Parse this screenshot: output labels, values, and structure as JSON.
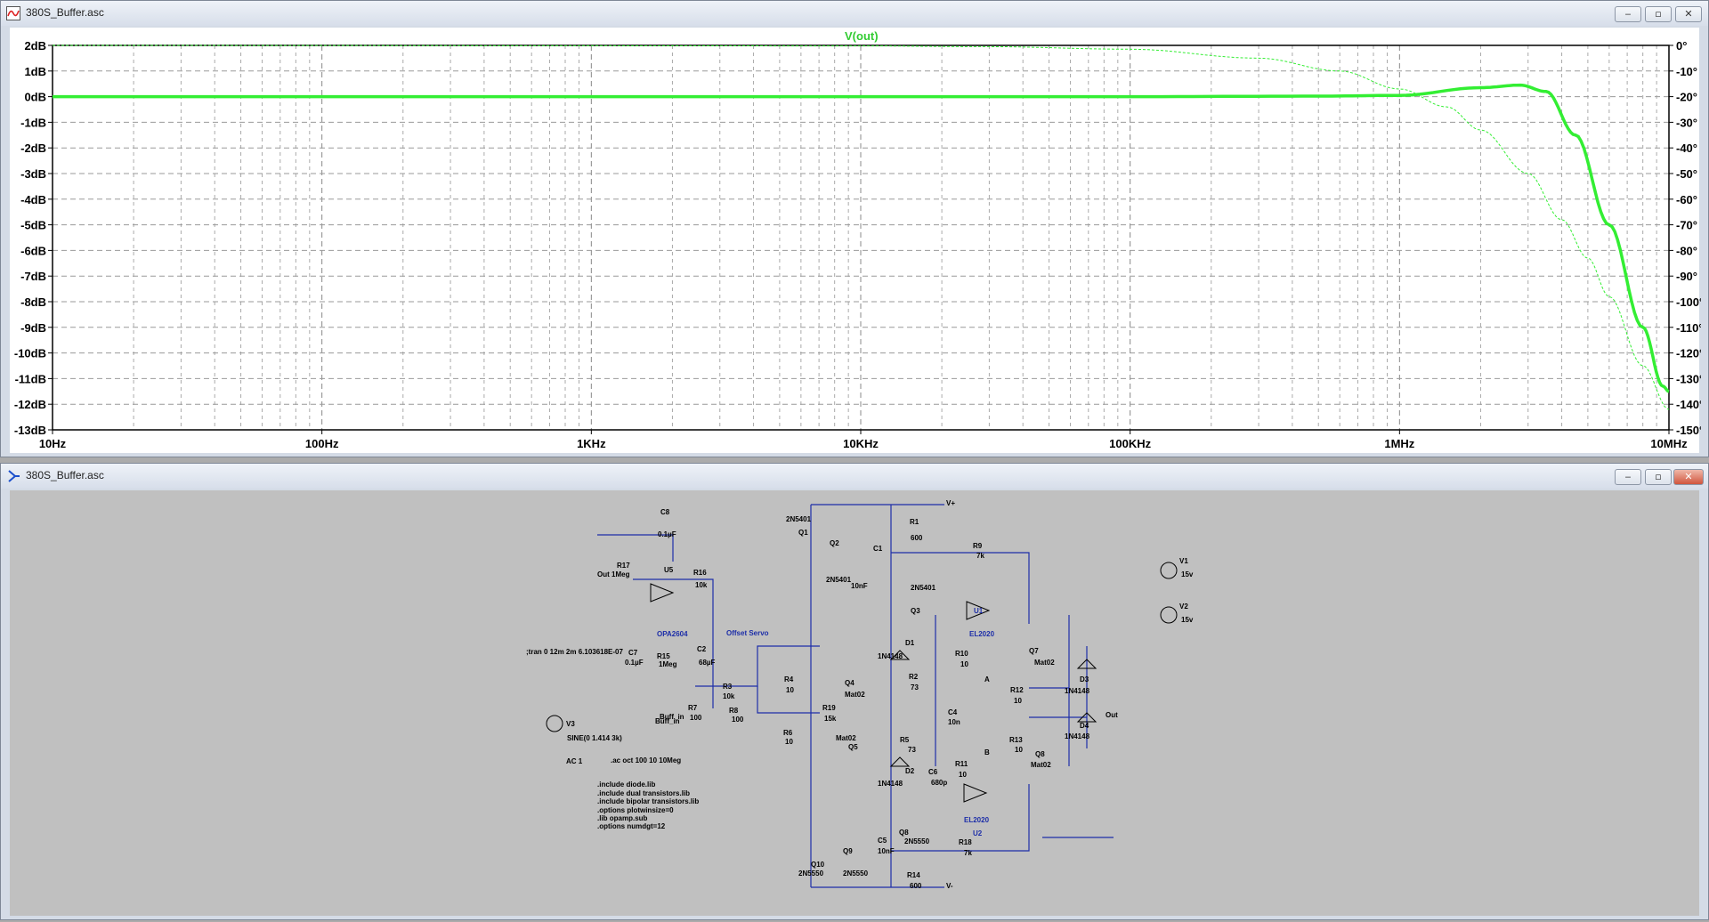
{
  "waveform_window": {
    "title": "380S_Buffer.asc",
    "trace_label": "V(out)",
    "controls": {
      "minimize": "‒",
      "maximize": "▫",
      "close": "✕"
    }
  },
  "schematic_window": {
    "title": "380S_Buffer.asc",
    "controls": {
      "minimize": "‒",
      "maximize": "▫",
      "close": "✕"
    }
  },
  "chart_data": {
    "type": "line",
    "title": "",
    "xscale": "log",
    "xlim": [
      10,
      10000000
    ],
    "x_tick_labels": [
      "10Hz",
      "100Hz",
      "1KHz",
      "10KHz",
      "100KHz",
      "1MHz",
      "10MHz"
    ],
    "left_axis": {
      "ylim": [
        -13,
        2
      ],
      "tick_labels": [
        "2dB",
        "1dB",
        "0dB",
        "-1dB",
        "-2dB",
        "-3dB",
        "-4dB",
        "-5dB",
        "-6dB",
        "-7dB",
        "-8dB",
        "-9dB",
        "-10dB",
        "-11dB",
        "-12dB",
        "-13dB"
      ]
    },
    "right_axis": {
      "ylim": [
        -150,
        0
      ],
      "tick_labels": [
        "0°",
        "-10°",
        "-20°",
        "-30°",
        "-40°",
        "-50°",
        "-60°",
        "-70°",
        "-80°",
        "-90°",
        "-100°",
        "-110°",
        "-120°",
        "-130°",
        "-140°",
        "-150°"
      ]
    },
    "grid": true,
    "background": "#ffffff",
    "trace_color": "#33ee33",
    "series": [
      {
        "name": "V(out)",
        "quantity": "magnitude (dB)",
        "points": [
          [
            10,
            0
          ],
          [
            1000,
            0
          ],
          [
            100000,
            0
          ],
          [
            500000,
            0.02
          ],
          [
            1000000,
            0.05
          ],
          [
            2000000,
            0.35
          ],
          [
            2800000,
            0.45
          ],
          [
            3500000,
            0.2
          ],
          [
            4500000,
            -1.5
          ],
          [
            6000000,
            -5
          ],
          [
            8000000,
            -9
          ],
          [
            9500000,
            -11.3
          ],
          [
            10000000,
            -11.5
          ]
        ]
      },
      {
        "name": "V(out)",
        "quantity": "phase (deg)",
        "style": "dashed",
        "points": [
          [
            10,
            0
          ],
          [
            10000,
            -0.2
          ],
          [
            30000,
            -0.5
          ],
          [
            100000,
            -1.5
          ],
          [
            300000,
            -5
          ],
          [
            600000,
            -10
          ],
          [
            1000000,
            -17
          ],
          [
            1500000,
            -24
          ],
          [
            2000000,
            -33
          ],
          [
            3000000,
            -50
          ],
          [
            4000000,
            -68
          ],
          [
            5000000,
            -83
          ],
          [
            6000000,
            -98
          ],
          [
            8000000,
            -125
          ],
          [
            10000000,
            -142
          ]
        ]
      }
    ]
  },
  "schematic": {
    "text_labels": [
      "2N5401",
      "Q1",
      "Q2",
      "2N5401",
      "R1",
      "600",
      "C1",
      "10nF",
      "2N5401",
      "Q3",
      "R9",
      "7k",
      "U1",
      "EL2020",
      "C8",
      "0.1µF",
      "R17",
      "1Meg",
      "Out",
      "U5",
      "R16",
      "10k",
      "OPA2604",
      "Offset Servo",
      "C7",
      "0.1µF",
      "R15",
      "1Meg",
      "C2",
      "68µF",
      ";tran 0 12m 2m 6.103618E-07",
      "R4",
      "10",
      "Q4",
      "Mat02",
      "R3",
      "10k",
      "D1",
      "1N4148",
      "R2",
      "73",
      "R10",
      "10",
      "Q7",
      "Mat02",
      "A",
      "R12",
      "10",
      "V1",
      "15v",
      "V2",
      "15v",
      "D3",
      "1N4148",
      "Buff_in",
      "R7",
      "100",
      "R8",
      "100",
      "R19",
      "15k",
      "C4",
      "10n",
      "Out",
      "D4",
      "1N4148",
      "V3",
      "SINE(0 1.414 3k)",
      "AC 1",
      "R6",
      "10",
      "Mat02",
      "Q5",
      "R5",
      "73",
      "B",
      "R13",
      "10",
      "Q8",
      "Mat02",
      ".ac oct 100 10 10Meg",
      "R11",
      "10",
      "D2",
      "1N4148",
      "C6",
      "680p",
      ".include diode.lib",
      ".include dual transistors.lib",
      ".include bipolar transistors.lib",
      ".options plotwinsize=0",
      ".lib opamp.sub",
      ".options numdgt=12",
      "EL2020",
      "U2",
      "R18",
      "7k",
      "Q8",
      "2N5550",
      "C5",
      "10nF",
      "Q9",
      "Q10",
      "2N5550",
      "2N5550",
      "R14",
      "600",
      "V+",
      "V-",
      "Buff_in"
    ]
  }
}
